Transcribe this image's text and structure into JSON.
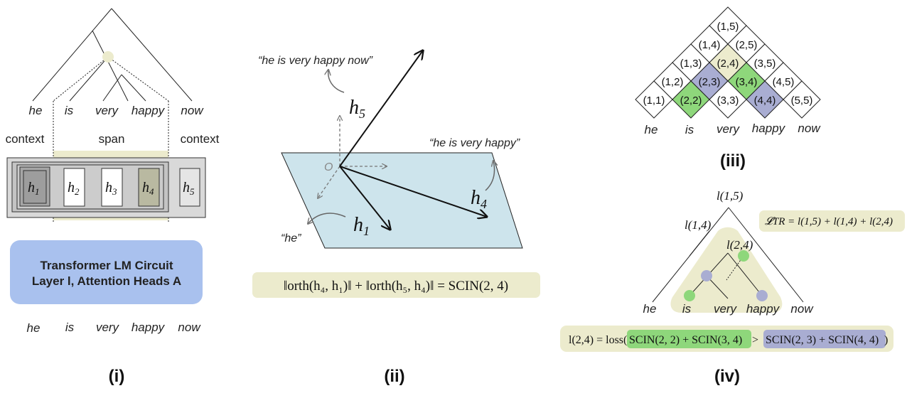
{
  "panel_i": {
    "label": "(i)",
    "words": [
      "he",
      "is",
      "very",
      "happy",
      "now"
    ],
    "context_left": "context",
    "span": "span",
    "context_right": "context",
    "states": [
      "h",
      "h",
      "h",
      "h",
      "h"
    ],
    "state_subs": [
      "1",
      "2",
      "3",
      "4",
      "5"
    ],
    "box_line1": "Transformer LM Circuit",
    "box_line2": "Layer l, Attention Heads A",
    "bottom_words": [
      "he",
      "is",
      "very",
      "happy",
      "now"
    ]
  },
  "panel_ii": {
    "label": "(ii)",
    "origin": "O",
    "quote_h5": "“he is very happy now”",
    "quote_h4": "“he is very happy”",
    "quote_h1": "“he”",
    "h5": "h",
    "h5_sub": "5",
    "h4": "h",
    "h4_sub": "4",
    "h1": "h",
    "h1_sub": "1",
    "formula": "‖orth(h₄, h₁)‖ + ‖orth(h₅, h₄)‖ = SCIN(2, 4)"
  },
  "panel_iii": {
    "label": "(iii)",
    "cells": [
      "(1,5)",
      "(1,4)",
      "(2,5)",
      "(1,3)",
      "(2,4)",
      "(3,5)",
      "(1,2)",
      "(2,3)",
      "(3,4)",
      "(4,5)",
      "(1,1)",
      "(2,2)",
      "(3,3)",
      "(4,4)",
      "(5,5)"
    ],
    "words": [
      "he",
      "is",
      "very",
      "happy",
      "now"
    ]
  },
  "panel_iv": {
    "label": "(iv)",
    "top": "l(1,5)",
    "left": "l(1,4)",
    "inner": "l(2,4)",
    "loss": "𝓛TR = l(1,5) + l(1,4) + l(2,4)",
    "words": [
      "he",
      "is",
      "very",
      "happy",
      "now"
    ],
    "eq_lhs": "l(2,4) = loss(",
    "eq_green": "SCIN(2, 2) + SCIN(3, 4)",
    "eq_gt": " > ",
    "eq_purple": "SCIN(2, 3) + SCIN(4, 4)",
    "eq_close": ")"
  },
  "colors": {
    "span_bg": "#ecebcd",
    "box_blue": "#a9c1ee",
    "plane": "#cde4ec",
    "green": "#8ed77b",
    "purple": "#a9add2",
    "gray_dark": "#a6a6a6",
    "gray_mid": "#c4c4c4",
    "gray_light": "#d9d9d9"
  }
}
